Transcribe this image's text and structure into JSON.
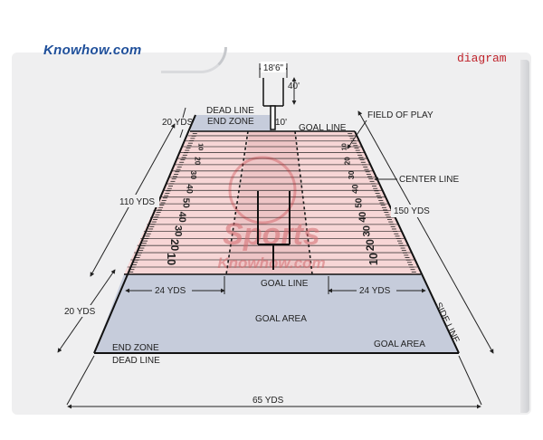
{
  "header": {
    "logo_text": "Knowhow.com",
    "tag": "diagram"
  },
  "diagram": {
    "labels": {
      "goalpost_width": "18'6\"",
      "goalpost_height": "40'",
      "crossbar_height": "10'",
      "dead_line_top": "DEAD LINE",
      "end_zone_top": "END ZONE",
      "end_zone_depth": "20 YDS",
      "goal_line_top": "GOAL LINE",
      "field_of_play": "FIELD OF PLAY",
      "center_line": "CENTER LINE",
      "field_length": "110 YDS",
      "total_length": "150 YDS",
      "goal_line_bottom": "GOAL LINE",
      "hash_left": "24 YDS",
      "hash_right": "24 YDS",
      "goal_area_center": "GOAL AREA",
      "goal_area_right": "GOAL AREA",
      "area_depth": "20 YDS",
      "end_zone_bottom": "END ZONE",
      "dead_line_bottom": "DEAD LINE",
      "side_line": "SIDE LINE",
      "field_width": "65 YDS"
    },
    "yard_numbers_left": [
      "10",
      "20",
      "30",
      "40",
      "50",
      "40",
      "30",
      "20",
      "10"
    ],
    "yard_numbers_right": [
      "10",
      "20",
      "30",
      "40",
      "50",
      "40",
      "30",
      "20",
      "10"
    ],
    "watermark_line1": "Sports",
    "watermark_line2": "Knowhow.com"
  }
}
